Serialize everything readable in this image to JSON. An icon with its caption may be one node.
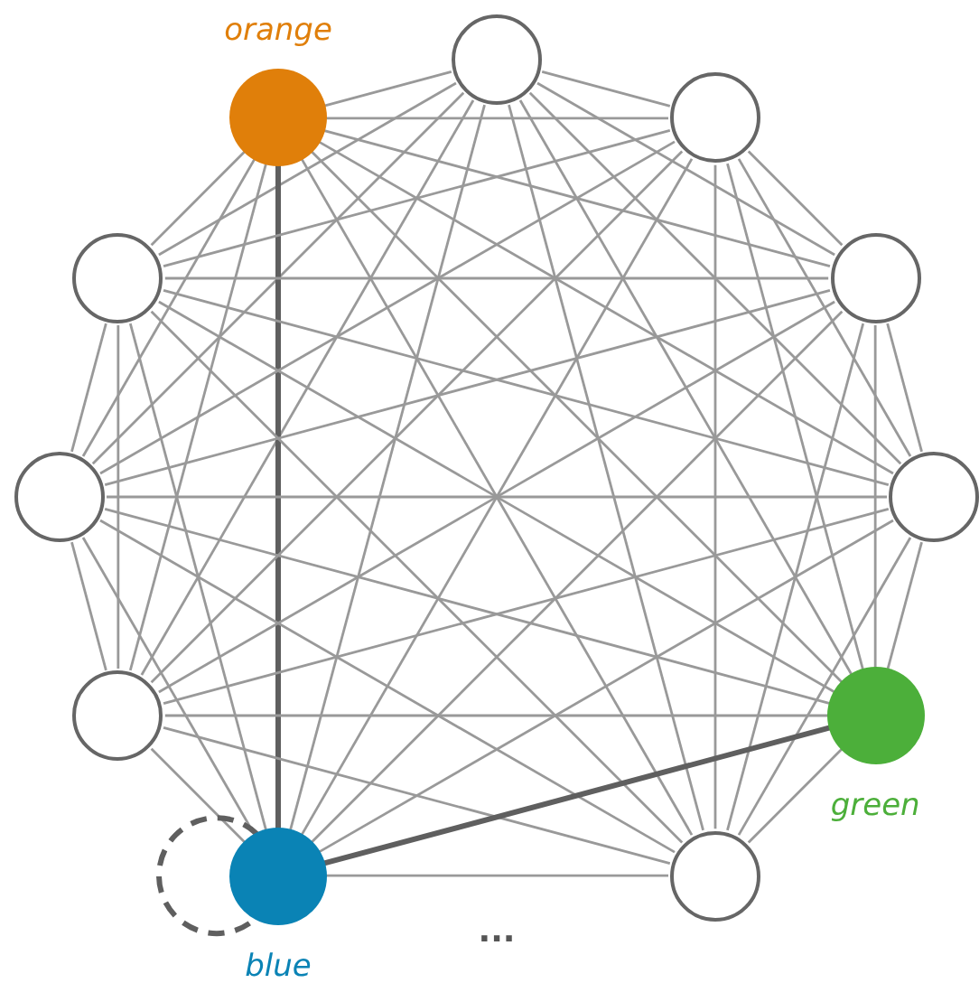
{
  "diagram": {
    "nodes": [
      {
        "text": [],
        "shape": "circle"
      },
      {
        "text": [
          "orange"
        ]
      },
      {
        "text": [],
        "shape": "circle"
      },
      {
        "text": [],
        "shape": "circle"
      },
      {
        "text": [],
        "shape": "circle"
      },
      {
        "text": [],
        "shape": "circle"
      },
      {
        "text": [],
        "shape": "circle"
      },
      {
        "text": [],
        "shape": "circle"
      },
      {
        "text": [
          "green"
        ]
      },
      {
        "text": [
          "blue"
        ]
      },
      {
        "text": [],
        "shape": "circle"
      }
    ],
    "edges": [
      {
        "from": 0,
        "to": 1,
        "arrow": "none"
      },
      {
        "from": 0,
        "to": 2,
        "arrow": "none"
      },
      {
        "from": 0,
        "to": 3,
        "arrow": "none"
      },
      {
        "from": 0,
        "to": 4,
        "arrow": "none"
      },
      {
        "from": 0,
        "to": 5,
        "arrow": "none"
      },
      {
        "from": 0,
        "to": 6,
        "arrow": "none"
      },
      {
        "from": 0,
        "to": 7,
        "arrow": "none"
      },
      {
        "from": 0,
        "to": 8,
        "arrow": "none"
      },
      {
        "from": 0,
        "to": 9,
        "arrow": "none"
      },
      {
        "from": 0,
        "to": 10,
        "arrow": "none"
      },
      {
        "from": 1,
        "to": 2,
        "arrow": "none"
      },
      {
        "from": 1,
        "to": 3,
        "arrow": "none"
      },
      {
        "from": 1,
        "to": 4,
        "arrow": "none"
      },
      {
        "from": 1,
        "to": 5,
        "arrow": "none"
      },
      {
        "from": 1,
        "to": 6,
        "arrow": "none"
      },
      {
        "from": 1,
        "to": 7,
        "arrow": "none"
      },
      {
        "from": 1,
        "to": 8,
        "arrow": "none"
      },
      {
        "from": 1,
        "to": 9,
        "arrow": "none",
        "style": "thick",
        "color": "#5f5f5f"
      },
      {
        "from": 1,
        "to": 10,
        "arrow": "none"
      },
      {
        "from": 2,
        "to": 3,
        "arrow": "none"
      },
      {
        "from": 2,
        "to": 4,
        "arrow": "none"
      },
      {
        "from": 2,
        "to": 5,
        "arrow": "none"
      },
      {
        "from": 2,
        "to": 6,
        "arrow": "none"
      },
      {
        "from": 2,
        "to": 7,
        "arrow": "none"
      },
      {
        "from": 2,
        "to": 8,
        "arrow": "none"
      },
      {
        "from": 2,
        "to": 9,
        "arrow": "none"
      },
      {
        "from": 2,
        "to": 10,
        "arrow": "none"
      },
      {
        "from": 3,
        "to": 4,
        "arrow": "none"
      },
      {
        "from": 3,
        "to": 5,
        "arrow": "none"
      },
      {
        "from": 3,
        "to": 6,
        "arrow": "none"
      },
      {
        "from": 3,
        "to": 7,
        "arrow": "none"
      },
      {
        "from": 3,
        "to": 8,
        "arrow": "none"
      },
      {
        "from": 3,
        "to": 9,
        "arrow": "none"
      },
      {
        "from": 3,
        "to": 10,
        "arrow": "none"
      },
      {
        "from": 4,
        "to": 5,
        "arrow": "none"
      },
      {
        "from": 4,
        "to": 6,
        "arrow": "none"
      },
      {
        "from": 4,
        "to": 7,
        "arrow": "none"
      },
      {
        "from": 4,
        "to": 8,
        "arrow": "none"
      },
      {
        "from": 4,
        "to": 9,
        "arrow": "none"
      },
      {
        "from": 4,
        "to": 10,
        "arrow": "none"
      },
      {
        "from": 5,
        "to": 6,
        "arrow": "none"
      },
      {
        "from": 5,
        "to": 7,
        "arrow": "none"
      },
      {
        "from": 5,
        "to": 8,
        "arrow": "none"
      },
      {
        "from": 5,
        "to": 9,
        "arrow": "none"
      },
      {
        "from": 5,
        "to": 10,
        "arrow": "none"
      },
      {
        "from": 6,
        "to": 7,
        "arrow": "none"
      },
      {
        "from": 6,
        "to": 8,
        "arrow": "none"
      },
      {
        "from": 6,
        "to": 9,
        "arrow": "none"
      },
      {
        "from": 6,
        "to": 10,
        "arrow": "none"
      },
      {
        "from": 7,
        "to": 8,
        "arrow": "none"
      },
      {
        "from": 7,
        "to": 9,
        "arrow": "none"
      },
      {
        "from": 7,
        "to": 10,
        "arrow": "none"
      },
      {
        "from": 8,
        "to": 9,
        "arrow": "none",
        "style": "thick",
        "color": "#5f5f5f"
      },
      {
        "from": 8,
        "to": 10,
        "arrow": "none"
      },
      {
        "from": 9,
        "to": 10,
        "arrow": "none"
      },
      {
        "from": 9,
        "to": 9,
        "arrow": "none",
        "style": "dashed",
        "color": "#5f5f5f"
      }
    ],
    "labels": [
      "..."
    ]
  }
}
